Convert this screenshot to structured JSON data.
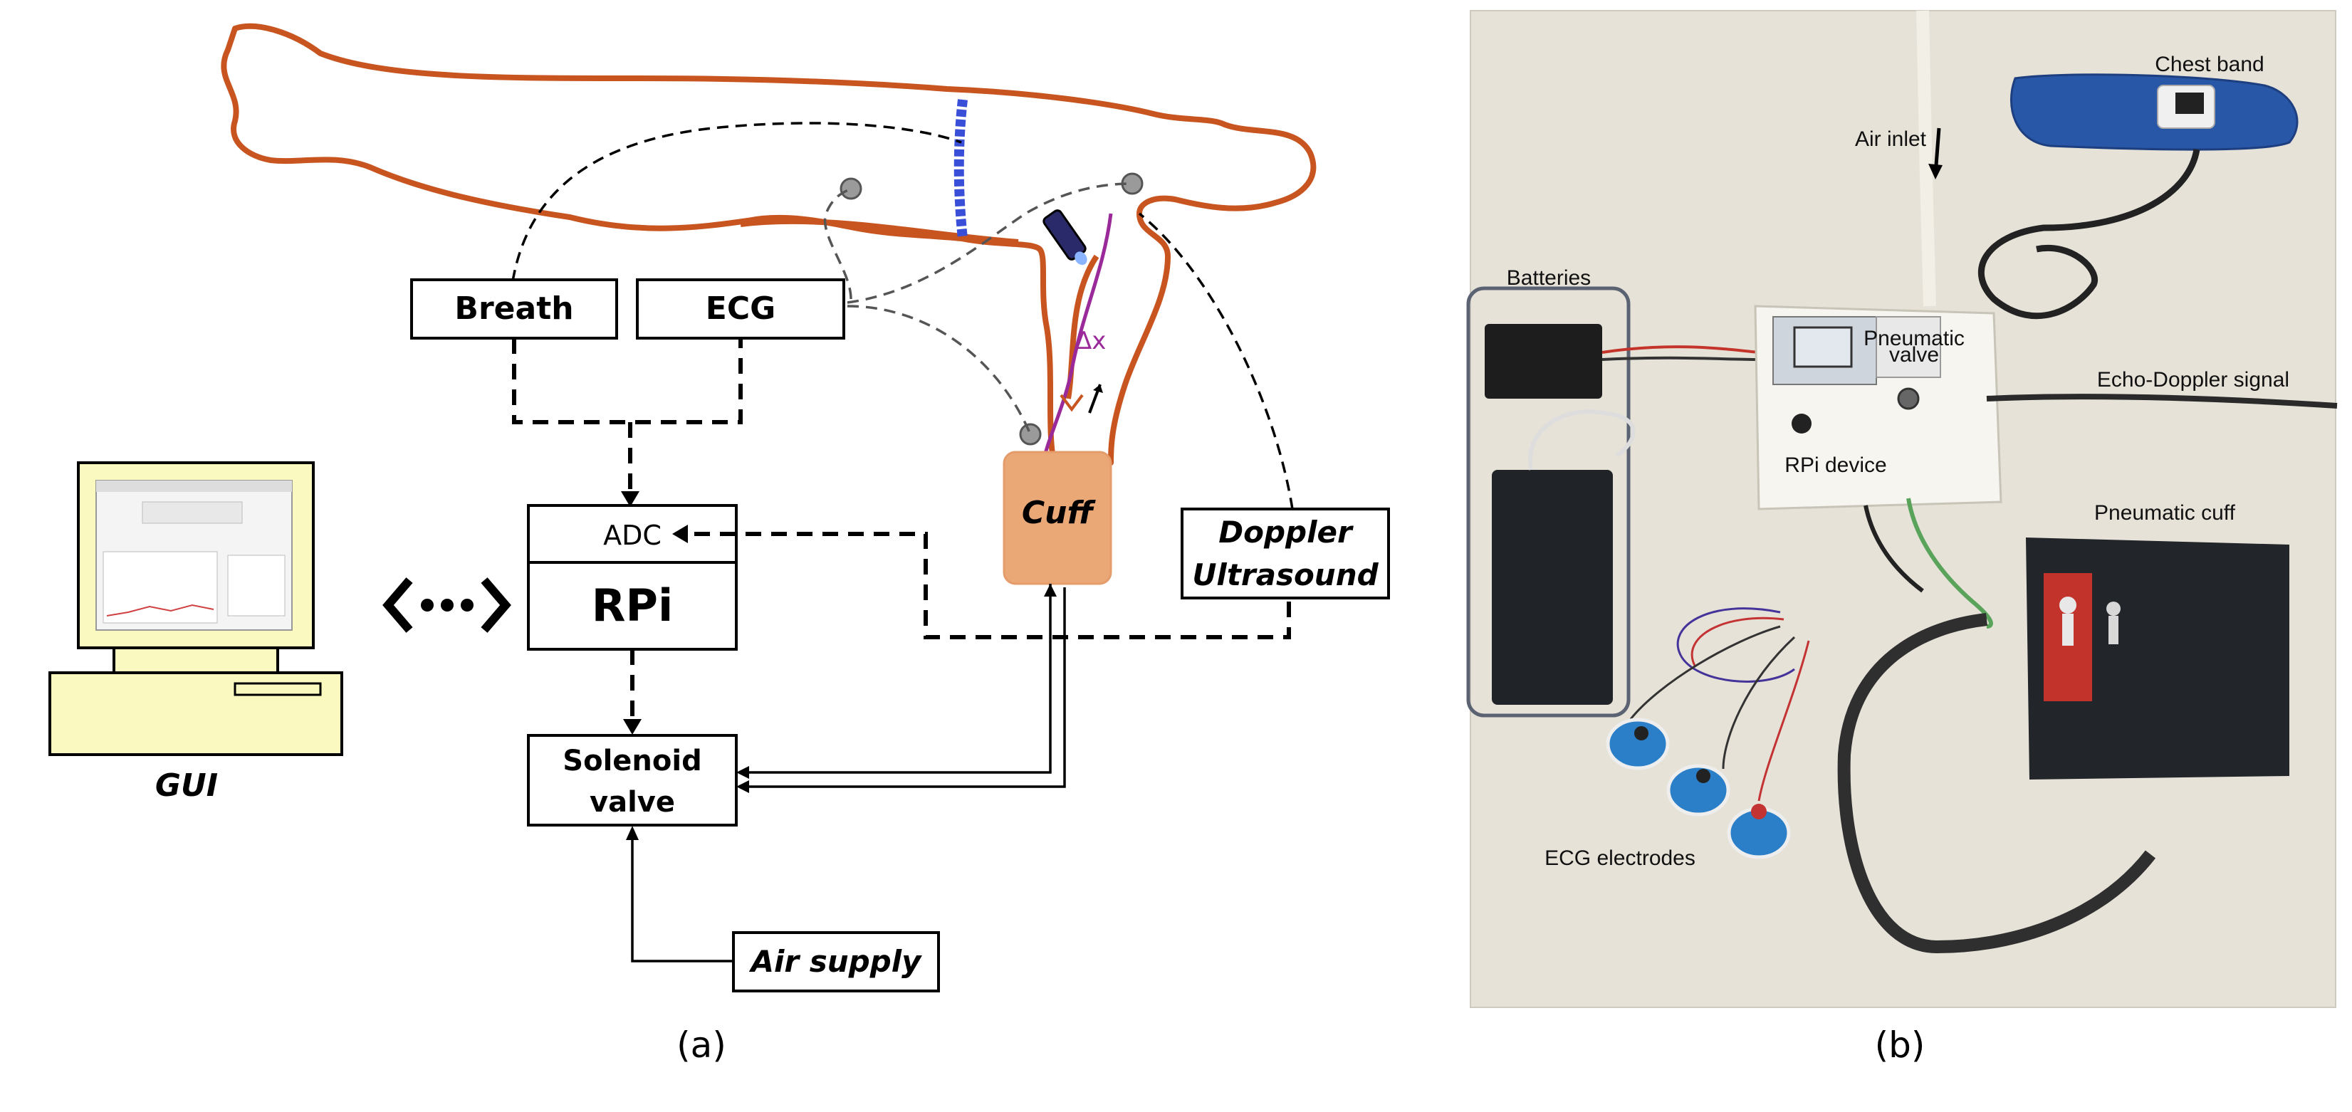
{
  "panel_a": {
    "caption": "(a)",
    "blocks": {
      "breath": "Breath",
      "ecg": "ECG",
      "adc": "ADC",
      "rpi": "RPi",
      "solenoid_line1": "Solenoid",
      "solenoid_line2": "valve",
      "cuff": "Cuff",
      "doppler_line1": "Doppler",
      "doppler_line2": "Ultrasound",
      "air_supply": "Air supply",
      "gui": "GUI",
      "delta_x": "Δx"
    },
    "colors": {
      "body_outline": "#c8551f",
      "chest_band": "#3a4fd8",
      "cuff_fill": "#eaa877",
      "artery": "#9a2a9a",
      "computer_fill": "#fafac0"
    }
  },
  "panel_b": {
    "caption": "(b)",
    "labels": {
      "chest_band": "Chest band",
      "air_inlet": "Air inlet",
      "batteries": "Batteries",
      "pneumatic_valve_line1": "Pneumatic",
      "pneumatic_valve_line2": "valve",
      "echo_doppler": "Echo-Doppler signal",
      "rpi_device": "RPi device",
      "pneumatic_cuff": "Pneumatic cuff",
      "ecg_electrodes": "ECG electrodes"
    }
  }
}
